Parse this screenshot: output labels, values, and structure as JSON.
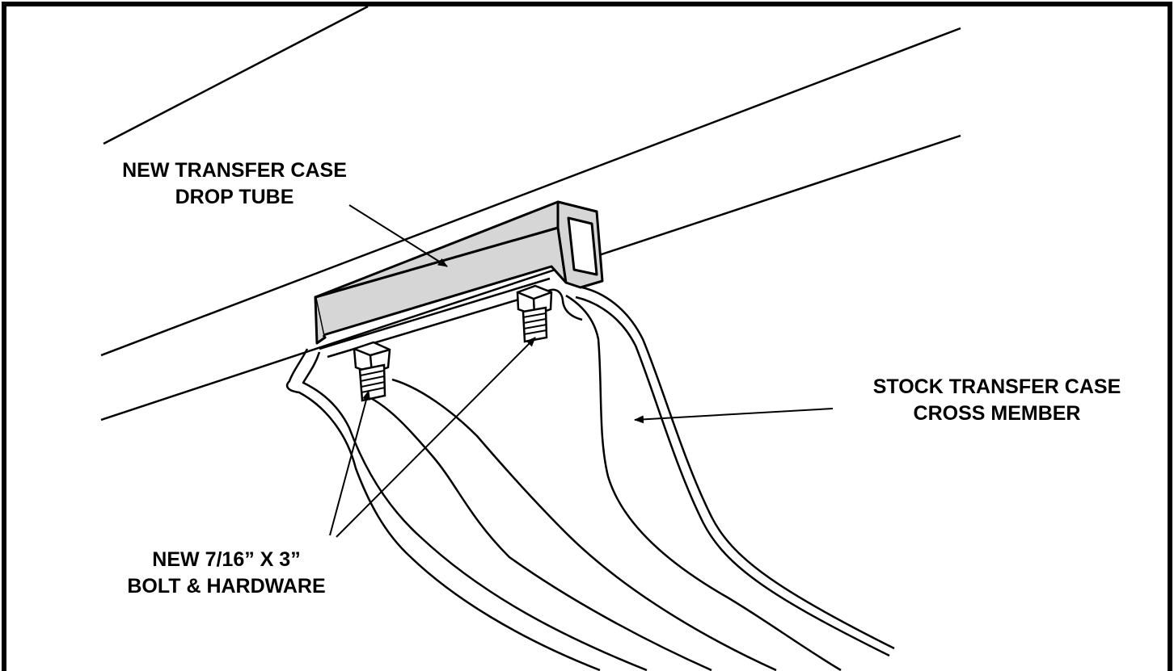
{
  "diagram": {
    "labels": {
      "drop_tube": {
        "line1": "NEW TRANSFER CASE",
        "line2": "DROP TUBE"
      },
      "cross_member": {
        "line1": "STOCK TRANSFER CASE",
        "line2": "CROSS MEMBER"
      },
      "bolt": {
        "line1": "NEW 7/16” X 3”",
        "line2": "BOLT & HARDWARE"
      }
    },
    "colors": {
      "line": "#000000",
      "tube_fill": "#d6d6d6",
      "background": "#ffffff"
    }
  }
}
